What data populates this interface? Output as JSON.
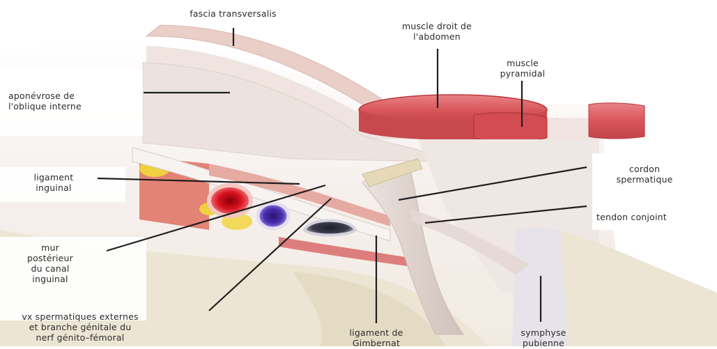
{
  "labels": {
    "fascia_transversalis": "fascia transversalis",
    "muscle_droit": "muscle droit de\nl'abdomen",
    "muscle_pyramidal": "muscle\npyramidal",
    "aponevrose": "aponévrose de\nl'oblique interne",
    "ligament_inguinal": "ligament\ninguinal",
    "cordon_spermatique": "cordon\nspermatique",
    "tendon_conjoint": "tendon conjoint",
    "mur_posterieur": "mur\npostérieur\ndu canal\ninguinal",
    "vx_spermatiques": "vx spermatiques externes\net branche génitale du\nnerf génito–fémoral",
    "ligament_gimbernat": "ligament de\nGimbernat",
    "symphyse_pubienne": "symphyse\npubienne"
  },
  "colors": {
    "muscle": "#d9565a",
    "muscle_dark": "#b8383d",
    "fascia": "#e8dcd6",
    "tissue": "#efe6e2",
    "bone": "#eae3cf",
    "artery": "#d8121f",
    "vein": "#4b2fb0",
    "fat": "#f0d040",
    "leader": "#1e1e1e"
  }
}
